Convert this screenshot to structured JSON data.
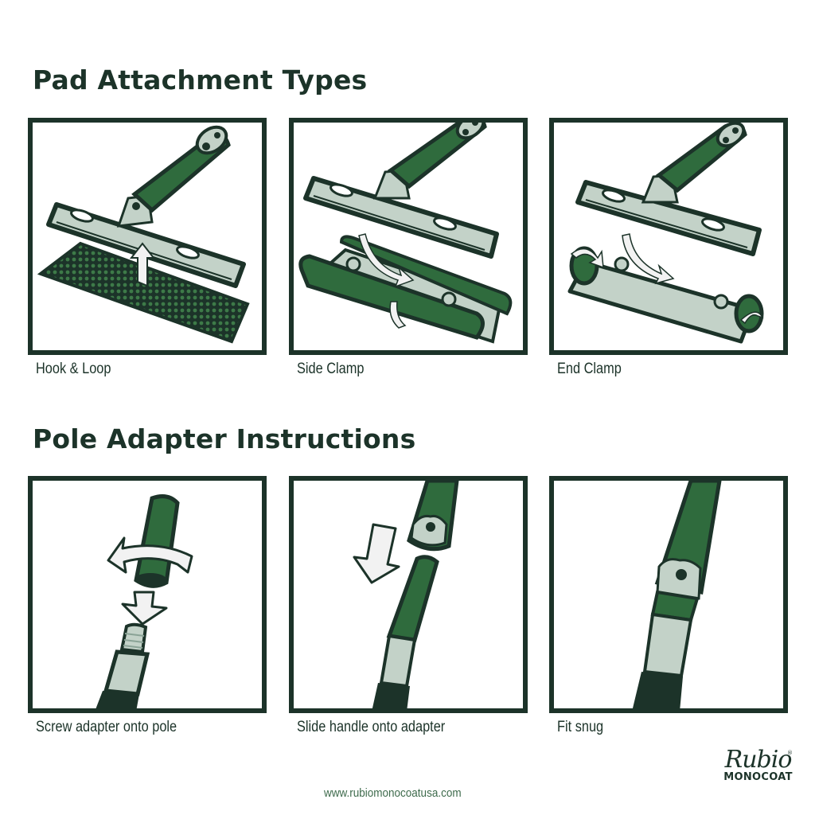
{
  "colors": {
    "dark_green": "#1c3329",
    "mid_green": "#2f6b3d",
    "light_gray_green": "#c3d2c8",
    "url_green": "#3e6b4c",
    "background": "#ffffff"
  },
  "sections": [
    {
      "title": "Pad Attachment Types",
      "panels": [
        {
          "caption": "Hook & Loop",
          "illustration": "mop-head-lifted-above-hook-and-loop-pad"
        },
        {
          "caption": "Side Clamp",
          "illustration": "mop-head-over-pad-with-side-clamps"
        },
        {
          "caption": "End Clamp",
          "illustration": "mop-head-over-pad-with-end-clamps"
        }
      ]
    },
    {
      "title": "Pole Adapter Instructions",
      "panels": [
        {
          "caption": "Screw adapter onto pole",
          "illustration": "adapter-rotating-onto-threaded-pole"
        },
        {
          "caption": "Slide handle onto adapter",
          "illustration": "handle-sliding-down-onto-adapter"
        },
        {
          "caption": "Fit snug",
          "illustration": "handle-fitted-on-adapter"
        }
      ]
    }
  ],
  "footer": {
    "url": "www.rubiomonocoatusa.com",
    "logo_script": "Rubio",
    "logo_registered": "®",
    "logo_word": "MONOCOAT"
  }
}
